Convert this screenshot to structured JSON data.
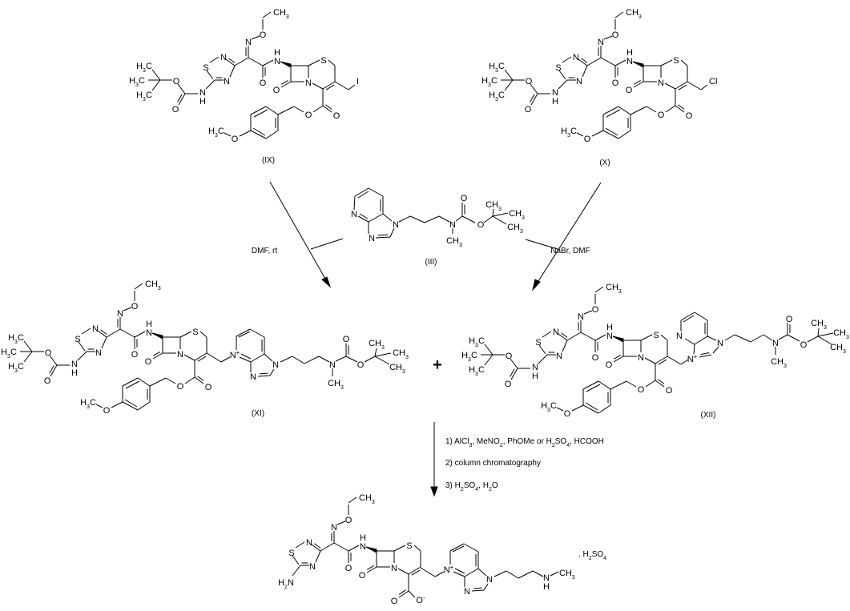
{
  "compounds": {
    "ix": "(IX)",
    "x": "(X)",
    "iii": "(III)",
    "xi": "(XI)",
    "xii": "(XII)"
  },
  "conditions": {
    "left_arrow": "DMF, rt",
    "right_arrow": "NaBr, DMF",
    "step1": "1) AlCl3, MeNO2, PhOMe  or H2SO4, HCOOH",
    "step2": "2) column chromatography",
    "step3": "3) H2SO4, H2O"
  },
  "plus_sign": "+",
  "salt": ". H2SO4",
  "colors": {
    "ink": "#000000",
    "background": "#ffffff"
  }
}
